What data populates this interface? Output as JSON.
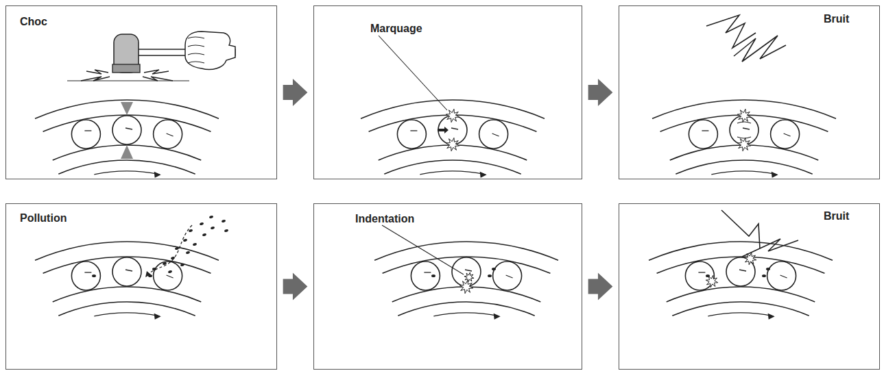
{
  "diagram": {
    "nodes": [
      {
        "text": [
          "Choc"
        ]
      },
      {
        "text": [
          "Marquage"
        ]
      },
      {
        "text": [
          "Bruit"
        ]
      },
      {
        "text": [
          "Pollution"
        ]
      },
      {
        "text": [
          "Indentation"
        ]
      },
      {
        "text": [
          "Bruit"
        ]
      }
    ],
    "edges": [
      {
        "from": 0,
        "to": 1,
        "arrow": "to"
      },
      {
        "from": 1,
        "to": 2,
        "arrow": "to"
      },
      {
        "from": 3,
        "to": 4,
        "arrow": "to"
      },
      {
        "from": 4,
        "to": 5,
        "arrow": "to"
      }
    ]
  }
}
